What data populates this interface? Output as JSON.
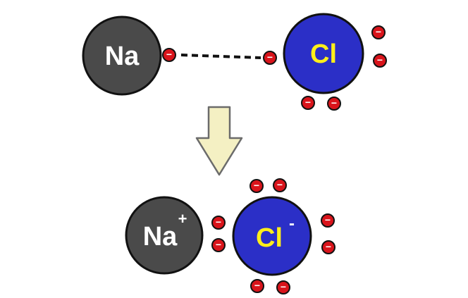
{
  "colors": {
    "background": "#ffffff",
    "sodium_fill": "#4a4a4a",
    "sodium_text": "#ffffff",
    "chlorine_fill": "#2b2fc7",
    "chlorine_text": "#ffef1a",
    "electron_fill": "#d9141b",
    "electron_text": "#ffffff",
    "outline": "#111111",
    "arrow_fill": "#f4f0c3",
    "arrow_stroke": "#6b6b6b"
  },
  "icons": {
    "arrow": "down-arrow-icon"
  },
  "before": {
    "sodium_symbol": "Na",
    "chlorine_symbol": "Cl",
    "electron_symbol": "−"
  },
  "after": {
    "sodium_symbol": "Na",
    "sodium_charge": "+",
    "chlorine_symbol": "Cl",
    "chlorine_charge": "-",
    "electron_symbol": "−"
  }
}
